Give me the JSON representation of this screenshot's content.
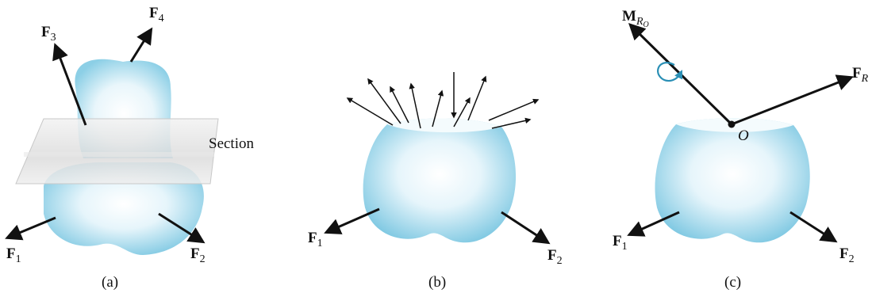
{
  "panels": [
    {
      "caption": "(a)",
      "section_label": "Section",
      "forces": [
        {
          "symbol": "F",
          "subscript": "3"
        },
        {
          "symbol": "F",
          "subscript": "4"
        },
        {
          "symbol": "F",
          "subscript": "1"
        },
        {
          "symbol": "F",
          "subscript": "2"
        }
      ]
    },
    {
      "caption": "(b)",
      "forces": [
        {
          "symbol": "F",
          "subscript": "1"
        },
        {
          "symbol": "F",
          "subscript": "2"
        }
      ]
    },
    {
      "caption": "(c)",
      "moment": {
        "symbol": "M",
        "subscript": "R",
        "subsubscript": "O"
      },
      "resultant": {
        "symbol": "F",
        "subscript": "R"
      },
      "point": "O",
      "forces": [
        {
          "symbol": "F",
          "subscript": "1"
        },
        {
          "symbol": "F",
          "subscript": "2"
        }
      ]
    }
  ],
  "colors": {
    "body_fill": "#8fd0e6",
    "body_light": "#ffffff",
    "section_plane": "#d9d9d9",
    "moment_curl": "#2a8fb5",
    "arrow": "#111111"
  }
}
